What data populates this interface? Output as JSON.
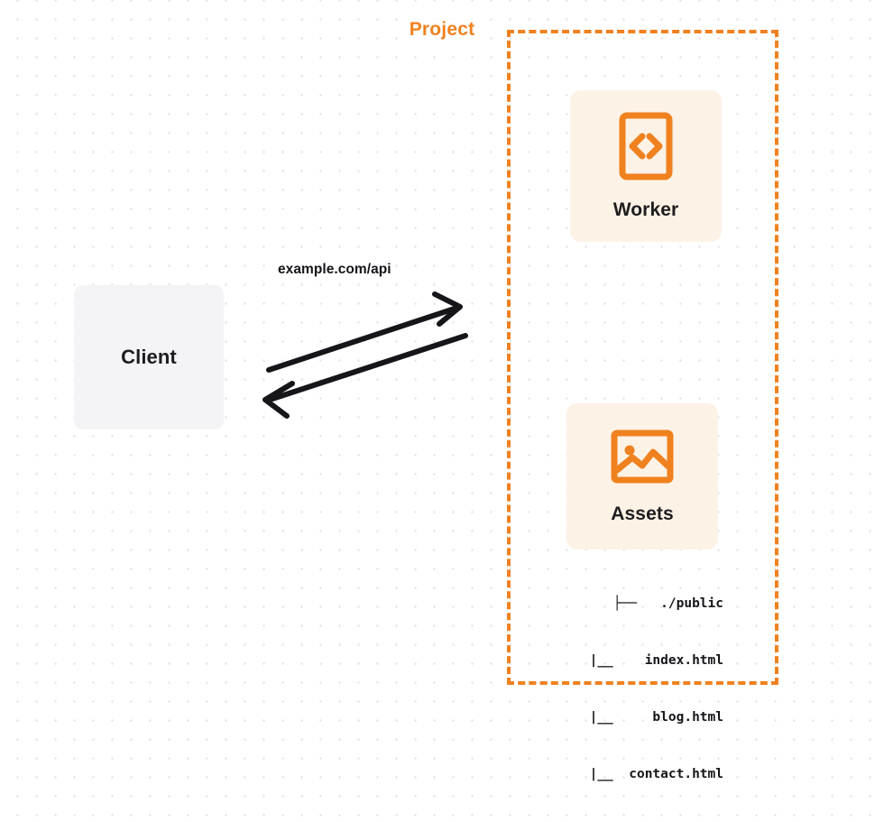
{
  "diagram": {
    "title": "Project",
    "accent_color": "#f0811f",
    "card_background": "#fdf2e6",
    "client_background": "#f4f4f6",
    "text_color": "#1d1d1f"
  },
  "client": {
    "label": "Client"
  },
  "connection": {
    "label": "example.com/api",
    "request_direction": "client-to-project",
    "response_direction": "project-to-client"
  },
  "project": {
    "label": "Project",
    "resources": [
      {
        "label": "Worker",
        "icon": "code-brackets-icon"
      },
      {
        "label": "Assets",
        "icon": "image-icon"
      }
    ]
  },
  "file_tree": {
    "rows": [
      "├──   ./public",
      "    |__    index.html",
      "    |__     blog.html",
      "    |__  contact.html"
    ]
  }
}
